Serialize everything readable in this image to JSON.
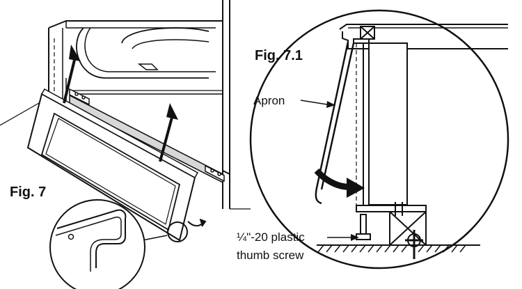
{
  "figures": {
    "fig7_label": "Fig. 7",
    "fig71_label": "Fig. 7.1"
  },
  "callouts": {
    "apron": "Apron",
    "screw_line1": "¼\"-20 plastic",
    "screw_line2": "thumb screw"
  },
  "colors": {
    "line": "#111111",
    "panel_gray": "#d8d8d8",
    "background": "#ffffff"
  }
}
